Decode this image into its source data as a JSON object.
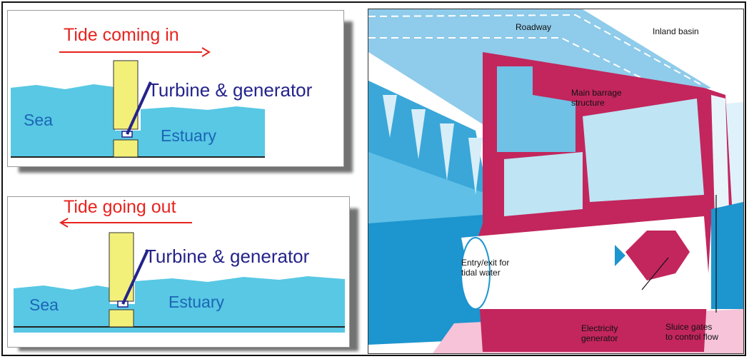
{
  "top_panel": {
    "direction_label": "Tide coming in",
    "turbine_label": "Turbine & generator",
    "sea_label": "Sea",
    "estuary_label": "Estuary"
  },
  "bottom_panel": {
    "direction_label": "Tide going out",
    "turbine_label": "Turbine & generator",
    "sea_label": "Sea",
    "estuary_label": "Estuary"
  },
  "barrage": {
    "roadway": "Roadway",
    "inland_basin": "Inland basin",
    "main_structure_line1": "Main barrage",
    "main_structure_line2": "structure",
    "entry_line1": "Entry/exit for",
    "entry_line2": "tidal water",
    "generator_line1": "Electricity",
    "generator_line2": "generator",
    "sluice_line1": "Sluice gates",
    "sluice_line2": "to control flow"
  },
  "colors": {
    "tide_arrow": "#e8231f",
    "water": "#58c8e4",
    "dam": "#f3f07a",
    "turbine_line": "#24238b",
    "barrage_structure": "#c2265c"
  }
}
